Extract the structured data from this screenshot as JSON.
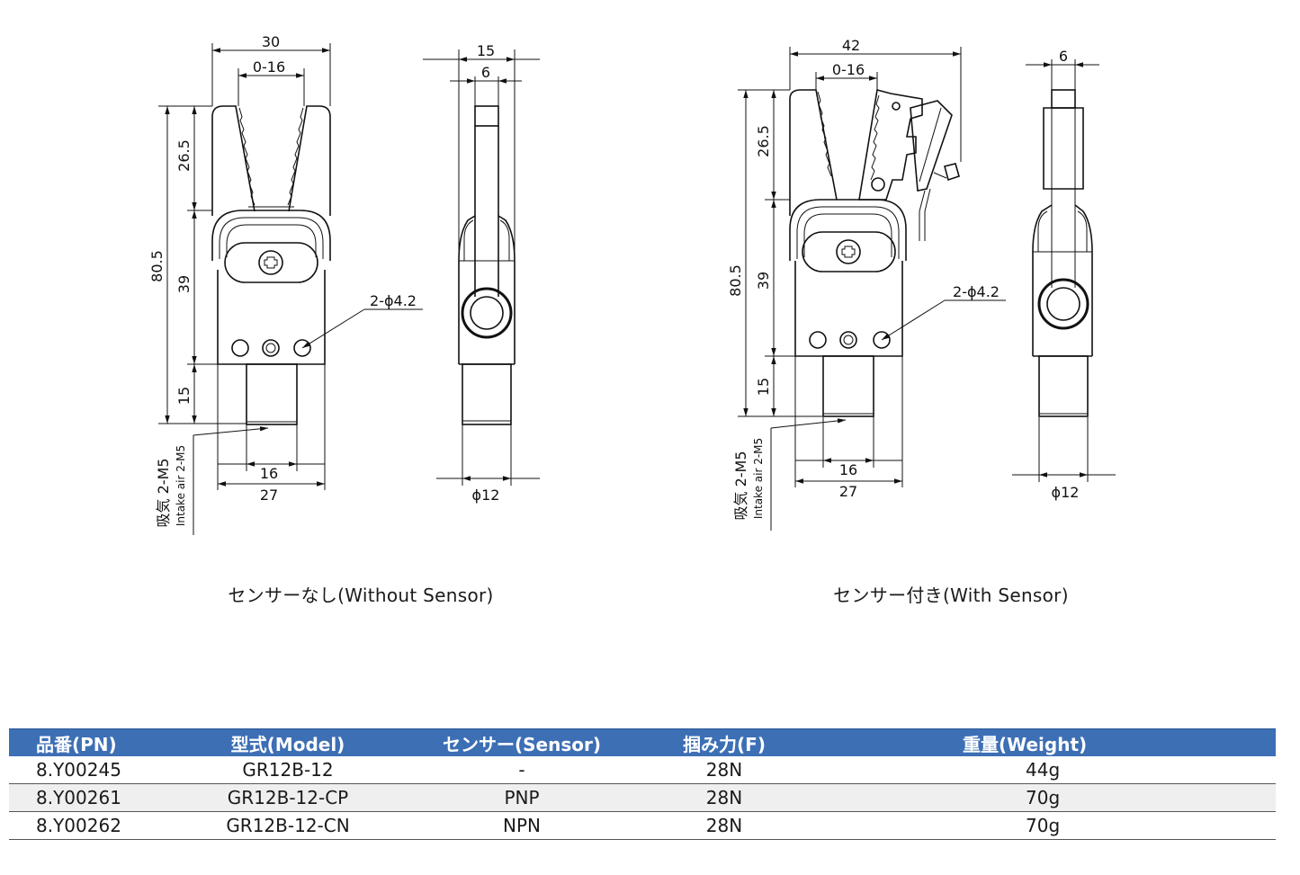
{
  "drawings": {
    "without_sensor": {
      "caption": "センサーなし(Without Sensor)",
      "dims": {
        "width_total": "30",
        "stroke": "0-16",
        "height_total": "80.5",
        "jaw_height": "26.5",
        "body_height": "39",
        "base_height": "15",
        "hole_note": "2-ϕ4.2",
        "bottom_inner": "16",
        "bottom_outer": "27",
        "air_jp": "吸気 2-M5",
        "air_en": "Intake air 2-M5"
      },
      "side": {
        "width_total": "15",
        "width_inner": "6",
        "diameter": "ϕ12"
      }
    },
    "with_sensor": {
      "caption": "センサー付き(With Sensor)",
      "dims": {
        "width_total": "42",
        "stroke": "0-16",
        "height_total": "80.5",
        "jaw_height": "26.5",
        "body_height": "39",
        "base_height": "15",
        "hole_note": "2-ϕ4.2",
        "bottom_inner": "16",
        "bottom_outer": "27",
        "air_jp": "吸気 2-M5",
        "air_en": "Intake air 2-M5"
      },
      "side": {
        "width_inner": "6",
        "diameter": "ϕ12"
      }
    }
  },
  "table": {
    "headers": [
      "品番(PN)",
      "型式(Model)",
      "センサー(Sensor)",
      "掴み力(F)",
      "重量(Weight)"
    ],
    "rows": [
      [
        "8.Y00245",
        "GR12B-12",
        "-",
        "28N",
        "44g"
      ],
      [
        "8.Y00261",
        "GR12B-12-CP",
        "PNP",
        "28N",
        "70g"
      ],
      [
        "8.Y00262",
        "GR12B-12-CN",
        "NPN",
        "28N",
        "70g"
      ]
    ]
  },
  "colors": {
    "header_bg": "#3d6fb5",
    "header_text": "#ffffff",
    "stripe": "#efefef"
  }
}
